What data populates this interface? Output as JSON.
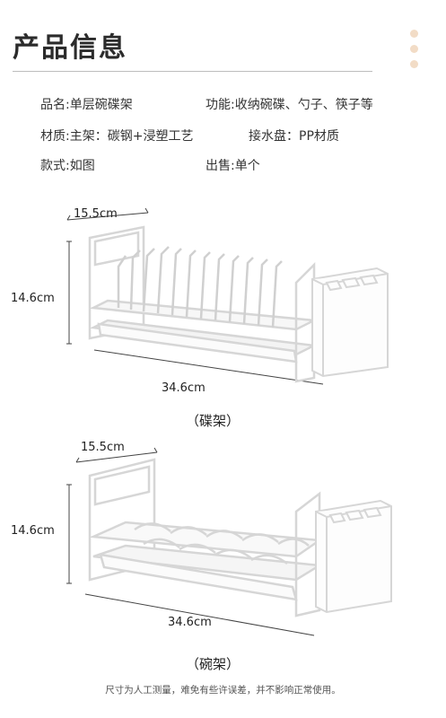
{
  "header": {
    "title": "产品信息"
  },
  "specs": {
    "name": "品名:单层碗碟架",
    "function": "功能:收纳碗碟、勺子、筷子等",
    "material": "材质:主架：碳钢+浸塑工艺",
    "tray": "接水盘：PP材质",
    "style": "款式:如图",
    "sale": "出售:单个"
  },
  "dish_rack": {
    "depth": "15.5cm",
    "height": "14.6cm",
    "length": "34.6cm",
    "caption": "（碟架）"
  },
  "bowl_rack": {
    "depth": "15.5cm",
    "height": "14.6cm",
    "length": "34.6cm",
    "caption": "（碗架）"
  },
  "footer": {
    "note": "尺寸为人工测量，难免有些许误差，并不影响正常使用。"
  }
}
